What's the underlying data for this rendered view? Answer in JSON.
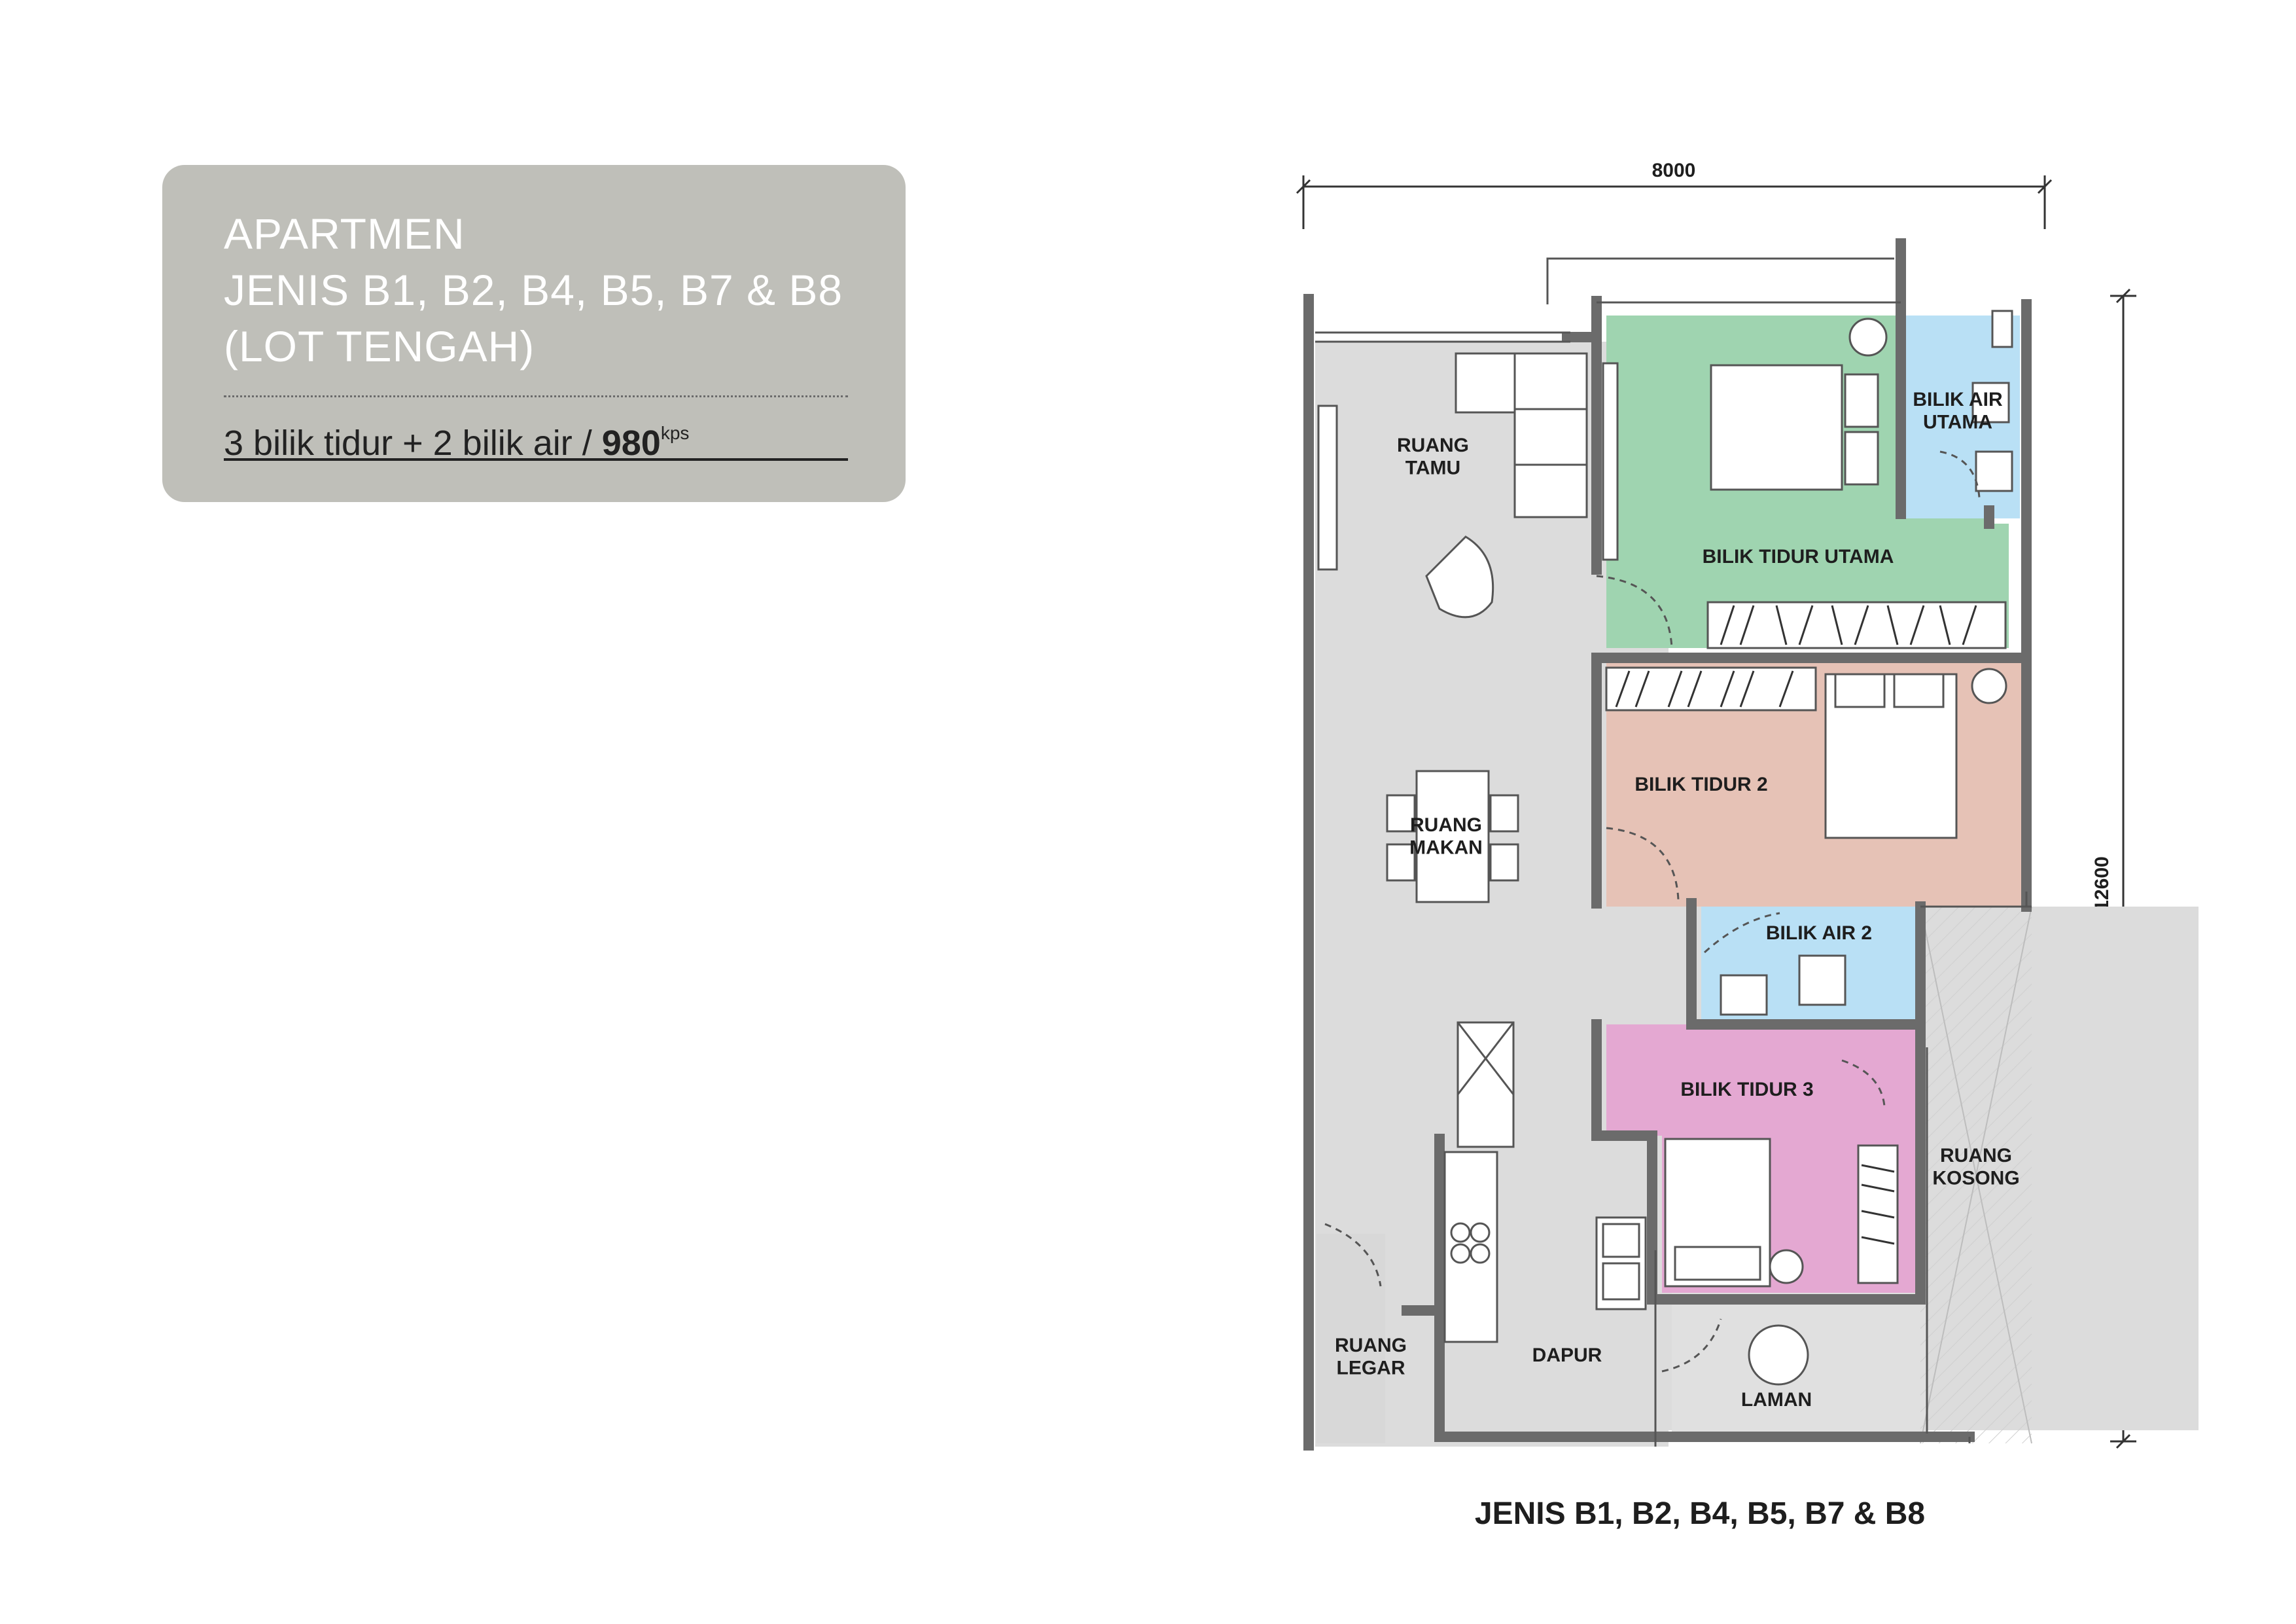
{
  "card": {
    "title": "APARTMEN\nJENIS B1, B2, B4, B5, B7 & B8\n(LOT TENGAH)",
    "rooms": "3 bilik tidur + 2 bilik air  / ",
    "area": "980",
    "area_unit": "kps"
  },
  "dimensions": {
    "width": "8000",
    "depth": "12600"
  },
  "rooms": {
    "living": "RUANG\nTAMU",
    "master": "BILIK TIDUR UTAMA",
    "master_bath": "BILIK AIR\nUTAMA",
    "bedroom2": "BILIK TIDUR 2",
    "dining": "RUANG\nMAKAN",
    "bath2": "BILIK AIR 2",
    "bedroom3": "BILIK TIDUR 3",
    "void": "RUANG\nKOSONG",
    "foyer": "RUANG\nLEGAR",
    "kitchen": "DAPUR",
    "yard": "LAMAN"
  },
  "plan_title": "JENIS B1, B2, B4, B5, B7 & B8",
  "colors": {
    "card_bg": "#bfbfb9",
    "living_floor": "#dcdcdc",
    "master": "#9fd4b0",
    "bedroom2": "#e6c2b6",
    "bedroom3": "#e4a8d2",
    "bathroom": "#b9e0f5",
    "wall": "#6b6b6b"
  }
}
